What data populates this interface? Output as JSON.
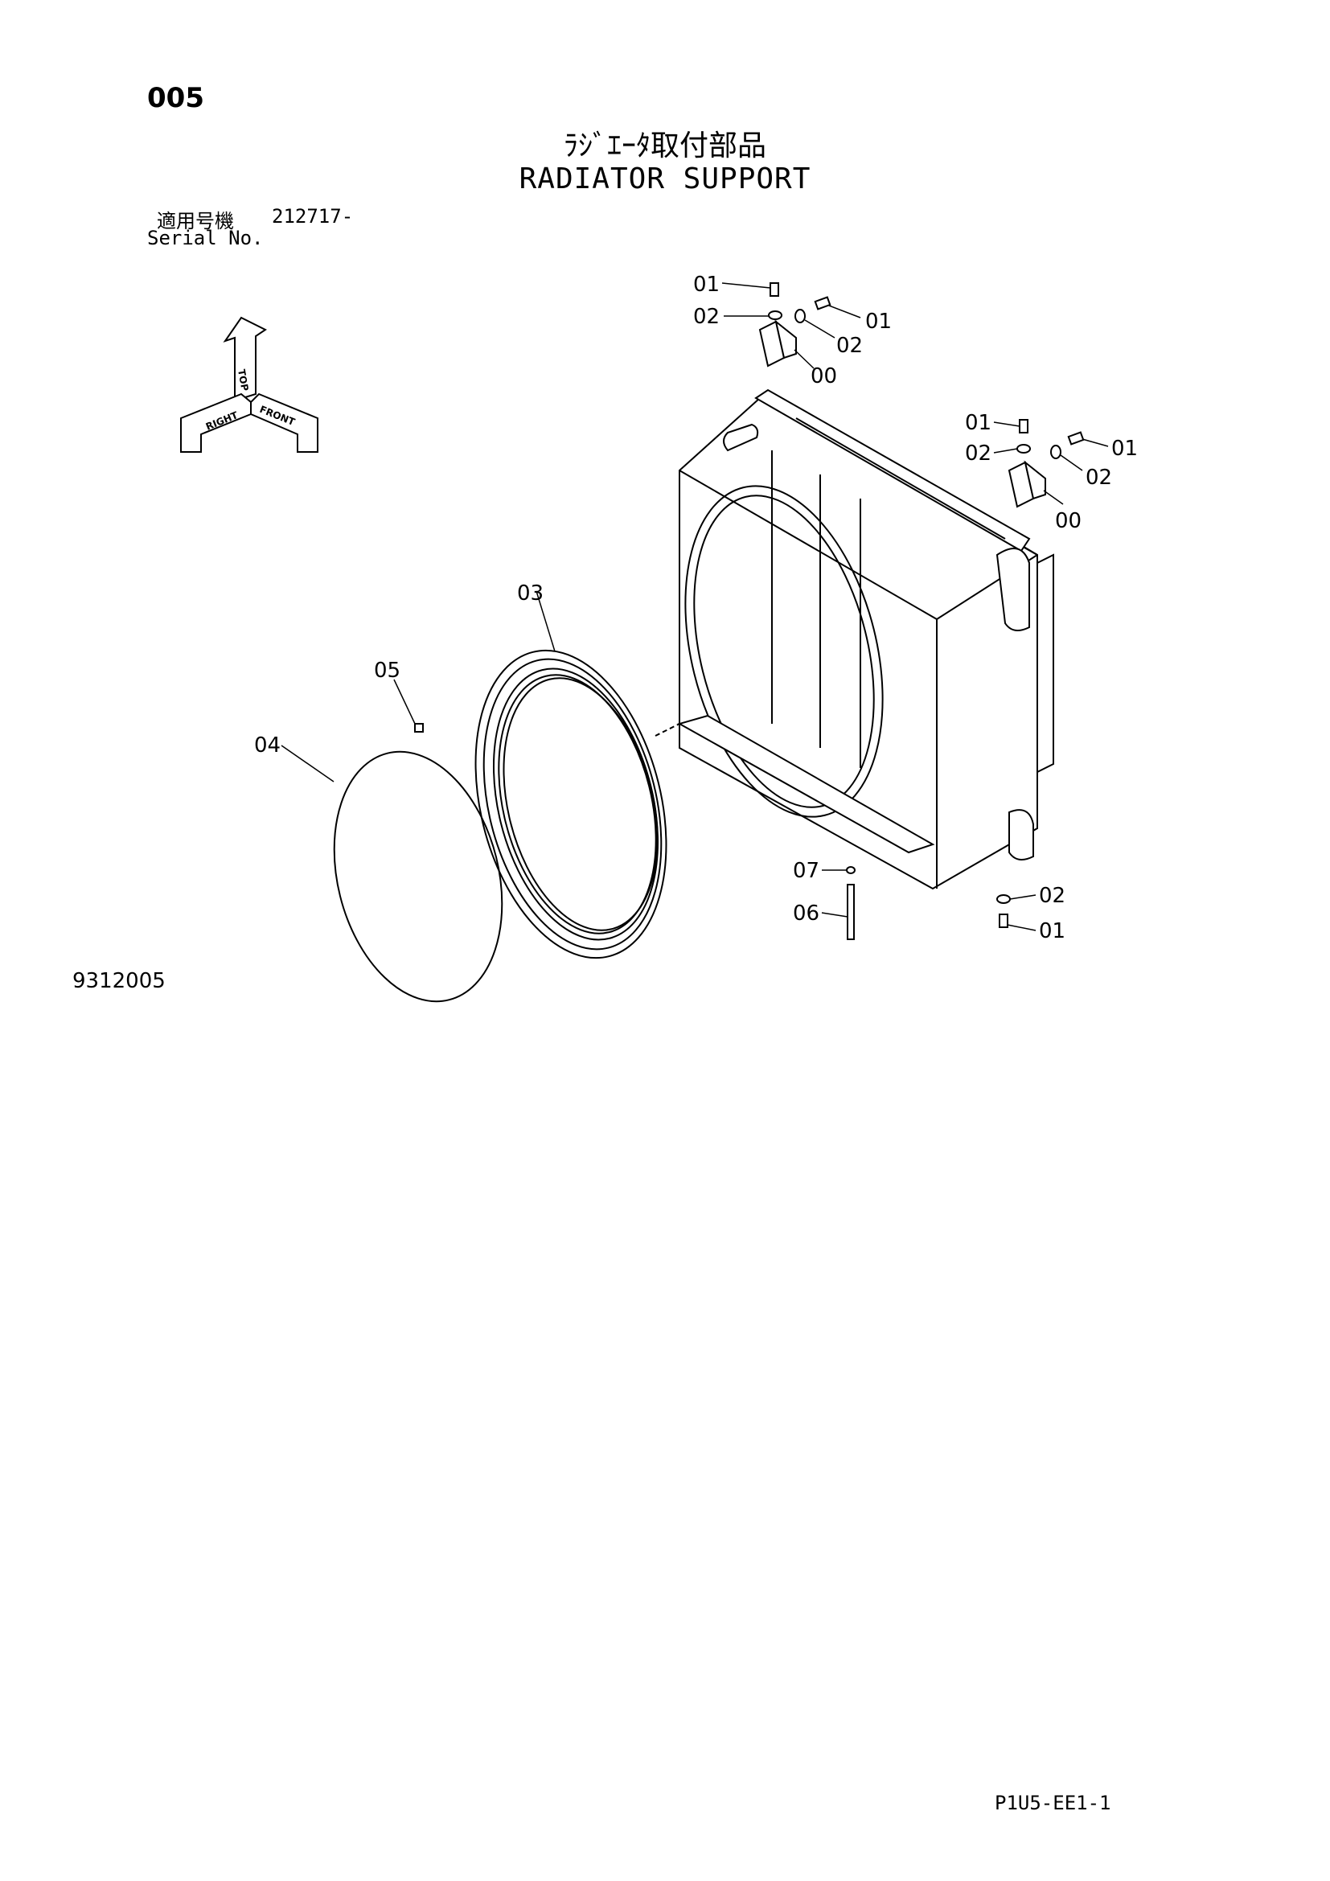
{
  "header": {
    "page_number": "005",
    "title_jp": "ﾗｼﾞｴｰﾀ取付部品",
    "title_en": "RADIATOR SUPPORT",
    "serial_label_jp": "適用号機",
    "serial_label_en": "Serial No.",
    "serial_value": "212717-"
  },
  "orientation": {
    "top": "TOP",
    "right": "RIGHT",
    "front": "FRONT"
  },
  "part_labels": {
    "bolt_a": "01",
    "washer_a": "02",
    "bolt_b": "01",
    "washer_b": "02",
    "bracket_a": "00",
    "bolt_c": "01",
    "washer_c": "02",
    "bolt_d": "01",
    "washer_d": "02",
    "bracket_b": "00",
    "shroud": "03",
    "cap": "05",
    "ring": "04",
    "washer_e": "07",
    "rod": "06",
    "washer_f": "02",
    "bolt_e": "01"
  },
  "footer": {
    "drawing_number": "9312005",
    "sheet_id": "P1U5-EE1-1"
  }
}
